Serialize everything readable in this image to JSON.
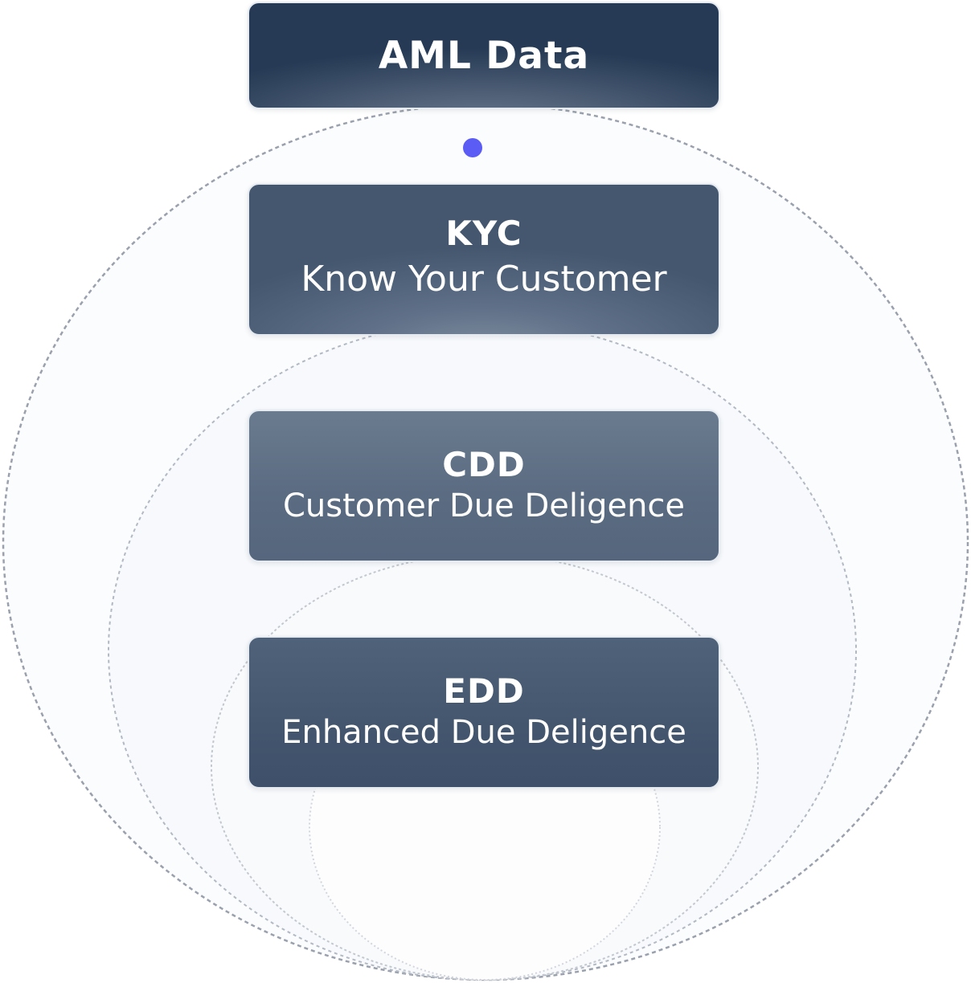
{
  "diagram": {
    "aml": {
      "title": "AML Data"
    },
    "kyc": {
      "abbr": "KYC",
      "full": "Know Your Customer"
    },
    "cdd": {
      "abbr": "CDD",
      "full": "Customer Due Deligence"
    },
    "edd": {
      "abbr": "EDD",
      "full": "Enhanced Due Deligence"
    }
  },
  "colors": {
    "connector_dot": "#5b5cf6",
    "ring_stroke": "#8e96a3",
    "ring_fill": "#f6f8fb"
  }
}
